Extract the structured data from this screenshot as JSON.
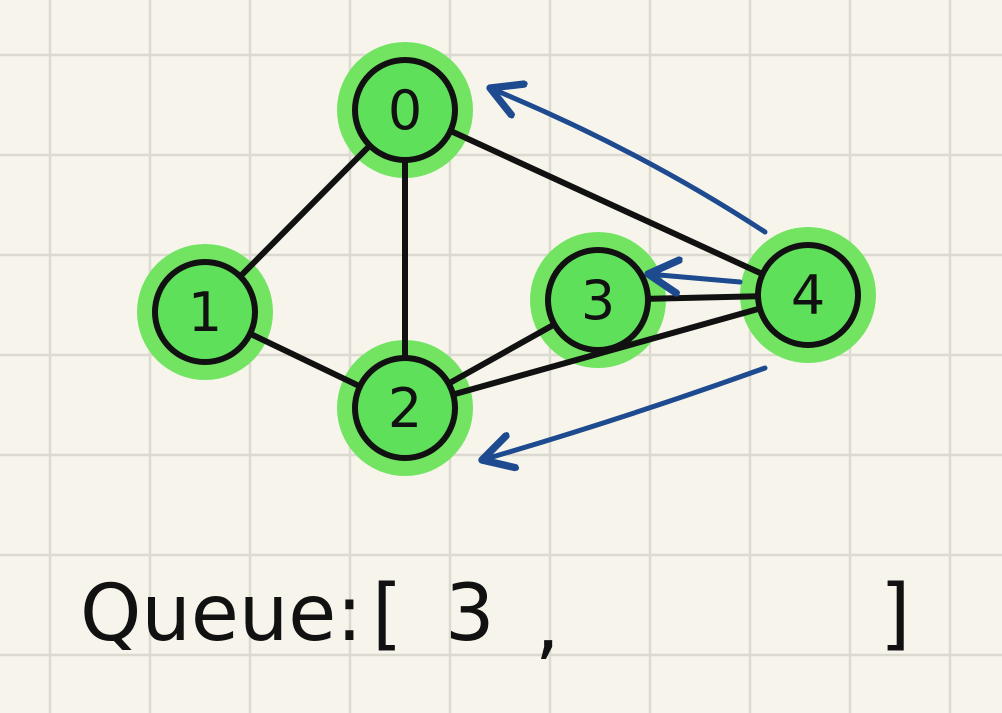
{
  "nodes": [
    {
      "id": "0",
      "label": "0"
    },
    {
      "id": "1",
      "label": "1"
    },
    {
      "id": "2",
      "label": "2"
    },
    {
      "id": "3",
      "label": "3"
    },
    {
      "id": "4",
      "label": "4"
    }
  ],
  "edges": [
    {
      "from": "0",
      "to": "1"
    },
    {
      "from": "0",
      "to": "2"
    },
    {
      "from": "0",
      "to": "4"
    },
    {
      "from": "1",
      "to": "2"
    },
    {
      "from": "2",
      "to": "3"
    },
    {
      "from": "2",
      "to": "4"
    },
    {
      "from": "3",
      "to": "4"
    }
  ],
  "traversal_arrows": [
    {
      "from": "4",
      "to": "0"
    },
    {
      "from": "4",
      "to": "3"
    },
    {
      "from": "4",
      "to": "2"
    }
  ],
  "visited_nodes": [
    "0",
    "1",
    "2",
    "3",
    "4"
  ],
  "queue": {
    "label": "Queue:",
    "open_bracket": "[",
    "items": [
      "3"
    ],
    "separator": ",",
    "close_bracket": "]"
  },
  "colors": {
    "background": "#f7f5eb",
    "grid": "#dcdad0",
    "visited_highlight": "#72e462",
    "node_fill": "#5fe05a",
    "ink": "#111111",
    "arrow": "#1e4a8f"
  }
}
